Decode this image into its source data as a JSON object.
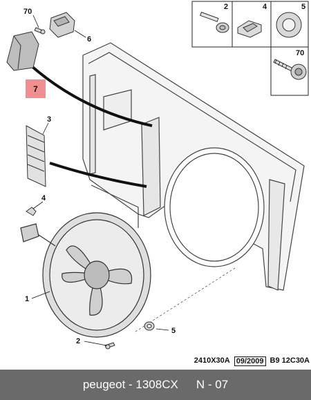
{
  "diagram": {
    "callouts": {
      "c70_top": "70",
      "c6": "6",
      "c7": "7",
      "c3": "3",
      "c4": "4",
      "c1": "1",
      "c2": "2",
      "c5": "5"
    },
    "inset_labels": {
      "i2": "2",
      "i4": "4",
      "i5": "5",
      "i70": "70"
    },
    "highlight_color": "#f08f8f"
  },
  "codes": {
    "ref": "2410X30A",
    "date": "09/2009",
    "model": "B9 12C30A"
  },
  "footer": {
    "brand": "peugeot - 1308CX",
    "page": "N - 07",
    "background": "#6a6a6a"
  }
}
